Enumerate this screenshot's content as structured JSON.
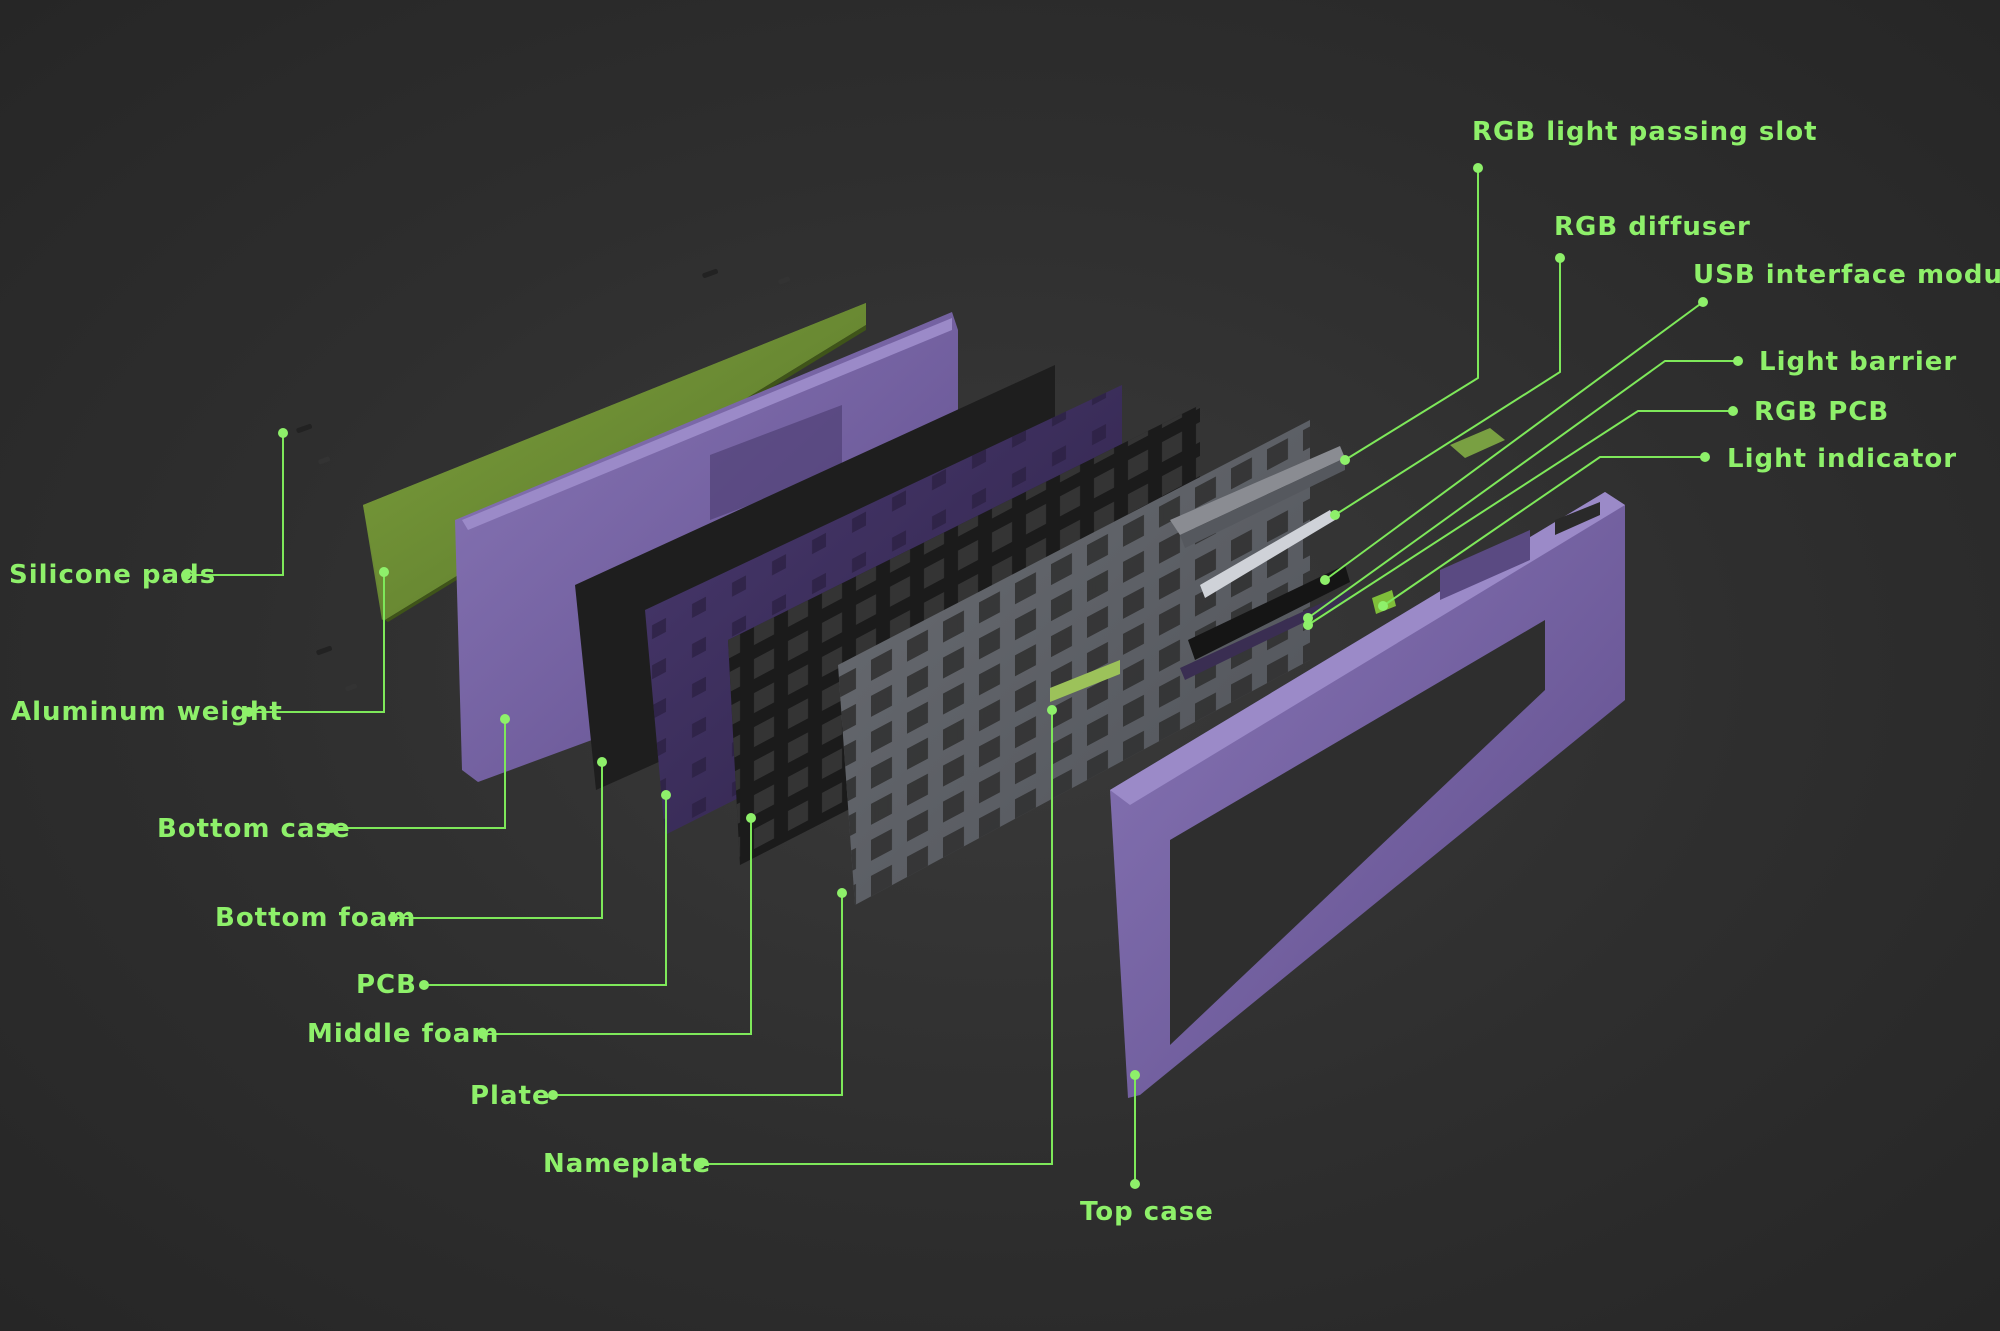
{
  "colors": {
    "background": "#2e2e2e",
    "label": "#8ef06a",
    "case_purple": "#6f5b9c",
    "pcb_purple": "#3b2b5c",
    "silicone_green": "#6a8a32",
    "plate_gray": "#5d6066",
    "foam_black": "#1c1c1c"
  },
  "labels": {
    "rgb_light_passing_slot": "RGB light passing slot",
    "rgb_diffuser": "RGB diffuser",
    "usb_interface_module": "USB interface module",
    "light_barrier": "Light barrier",
    "rgb_pcb": "RGB PCB",
    "light_indicator": "Light indicator",
    "silicone_pads": "Silicone pads",
    "aluminum_weight": "Aluminum weight",
    "bottom_case": "Bottom case",
    "bottom_foam": "Bottom foam",
    "pcb": "PCB",
    "middle_foam": "Middle foam",
    "plate": "Plate",
    "nameplate": "Nameplate",
    "top_case": "Top case"
  }
}
